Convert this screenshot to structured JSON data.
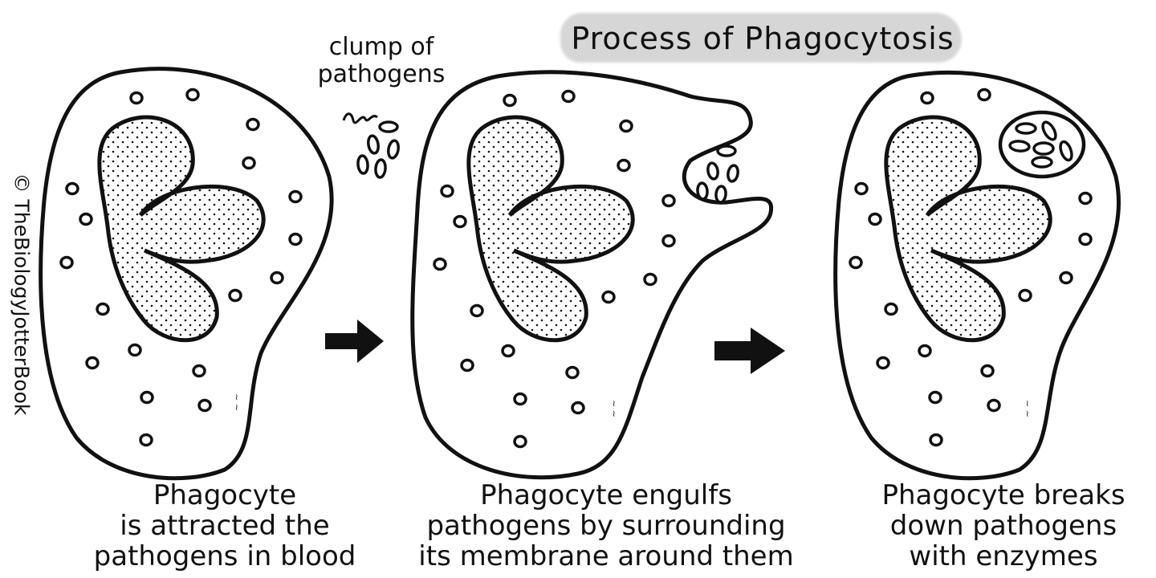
{
  "title": "Process of Phagocytosis",
  "credit": "© TheBiologyJotterBook",
  "labels": {
    "clump_line1": "clump of",
    "clump_line2": "pathogens"
  },
  "stages": [
    {
      "caption": "Phagocyte\nis attracted the\npathogens in blood"
    },
    {
      "caption": "Phagocyte engulfs\npathogens by surrounding\nits membrane around them"
    },
    {
      "caption": "Phagocyte breaks\ndown pathogens\nwith enzymes"
    }
  ],
  "colors": {
    "ink": "#111111",
    "title_highlight": "#d6d6d6",
    "background": "#ffffff"
  },
  "icons": [
    "right-arrow-icon",
    "right-arrow-icon"
  ]
}
